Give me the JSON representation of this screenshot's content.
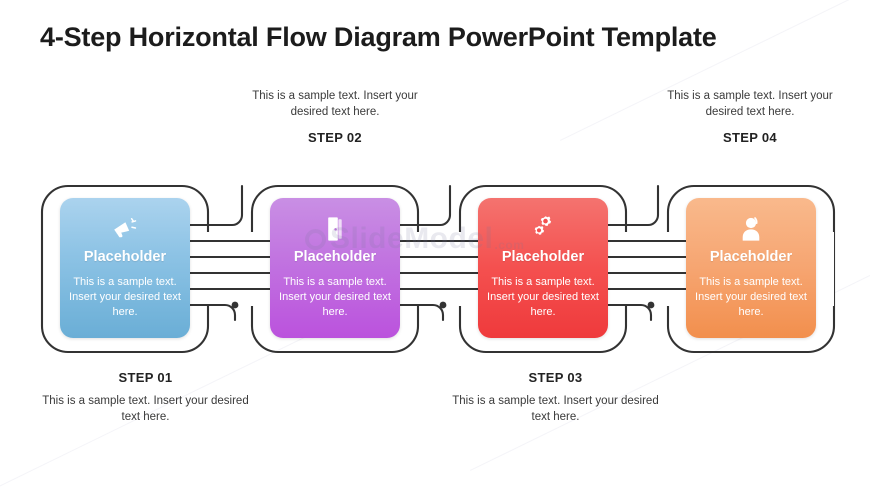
{
  "page": {
    "title": "4-Step Horizontal Flow Diagram PowerPoint Template",
    "background": "#ffffff"
  },
  "watermark": {
    "brand": "SlideModel",
    "domain": ".com"
  },
  "diagram": {
    "type": "horizontal-flow",
    "step_count": 4,
    "connector_color": "#3b3b3b",
    "frame_color": "#2f2f2f",
    "steps": [
      {
        "id": "step-01",
        "label": "STEP 01",
        "label_position": "bottom",
        "card_title": "Placeholder",
        "card_text": "This is a sample text. Insert your desired text here.",
        "callout_text": "This is a sample text. Insert your desired text here.",
        "icon": "megaphone-icon",
        "color_start": "#abd3ee",
        "color_end": "#6aaed6"
      },
      {
        "id": "step-02",
        "label": "STEP 02",
        "label_position": "top",
        "card_title": "Placeholder",
        "card_text": "This is a sample text. Insert your desired text here.",
        "callout_text": "This is a sample text. Insert your desired text here.",
        "icon": "door-icon",
        "color_start": "#c98fe4",
        "color_end": "#bb52dd"
      },
      {
        "id": "step-03",
        "label": "STEP 03",
        "label_position": "bottom",
        "card_title": "Placeholder",
        "card_text": "This is a sample text. Insert your desired text here.",
        "callout_text": "This is a sample text. Insert your desired text here.",
        "icon": "gears-icon",
        "color_start": "#f4736f",
        "color_end": "#ef3a3c"
      },
      {
        "id": "step-04",
        "label": "STEP 04",
        "label_position": "top",
        "card_title": "Placeholder",
        "card_text": "This is a sample text. Insert your desired text here.",
        "callout_text": "This is a sample text. Insert your desired text here.",
        "icon": "user-icon",
        "color_start": "#f9b98c",
        "color_end": "#f28f4d"
      }
    ]
  }
}
